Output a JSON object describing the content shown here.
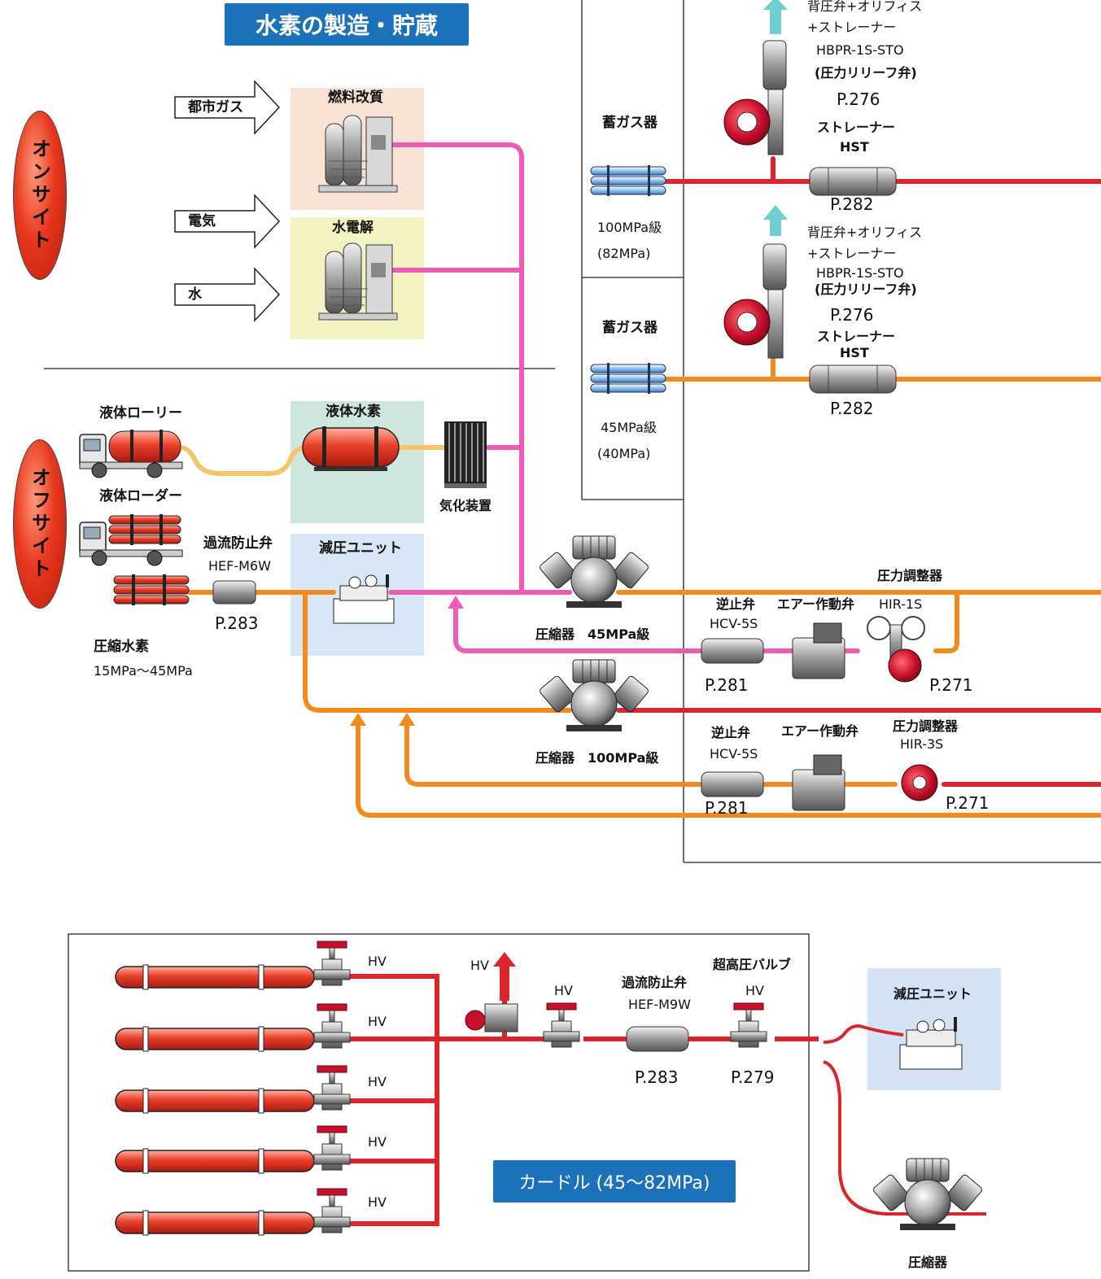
{
  "title": "水素の製造・貯蔵",
  "sections": {
    "onsite": "オンサイト",
    "offsite": "オフサイト"
  },
  "inputs": {
    "city_gas": "都市ガス",
    "electricity": "電気",
    "water": "水"
  },
  "zones": {
    "fuel_reforming": "燃料改質",
    "electrolysis": "水電解",
    "liquid_hydrogen": "液体水素",
    "pressure_reduction": "減圧ユニット"
  },
  "offsite": {
    "liquid_lorry": "液体ローリー",
    "liquid_loader": "液体ローダー",
    "compressed_h2": "圧縮水素",
    "compressed_range": "15MPa～45MPa",
    "vaporizer": "気化装置",
    "excess_flow_valve": "過流防止弁",
    "excess_flow_model": "HEF-M6W",
    "excess_flow_page": "P.283"
  },
  "storage_100": {
    "name": "蓄ガス器",
    "class": "100MPa級",
    "pressure": "(82MPa)",
    "valve_name": "背圧弁+オリフィス",
    "valve_name2": "+ストレーナー",
    "valve_model": "HBPR-1S-STO",
    "valve_note": "(圧力リリーフ弁)",
    "valve_page": "P.276",
    "strainer": "ストレーナー",
    "strainer_model": "HST",
    "strainer_page": "P.282"
  },
  "storage_45": {
    "name": "蓄ガス器",
    "class": "45MPa級",
    "pressure": "(40MPa)",
    "valve_name": "背圧弁+オリフィス",
    "valve_name2": "+ストレーナー",
    "valve_model": "HBPR-1S-STO",
    "valve_note": "(圧力リリーフ弁)",
    "valve_page": "P.276",
    "strainer": "ストレーナー",
    "strainer_model": "HST",
    "strainer_page": "P.282"
  },
  "comp45": {
    "label": "圧縮器　45MPa級",
    "check_valve": "逆止弁",
    "check_model": "HCV-5S",
    "check_page": "P.281",
    "air_valve": "エアー作動弁",
    "regulator": "圧力調整器",
    "regulator_model": "HIR-1S",
    "regulator_page": "P.271"
  },
  "comp100": {
    "label": "圧縮器　100MPa級",
    "check_valve": "逆止弁",
    "check_model": "HCV-5S",
    "check_page": "P.281",
    "air_valve": "エアー作動弁",
    "regulator": "圧力調整器",
    "regulator_model": "HIR-3S",
    "regulator_page": "P.271"
  },
  "cardle": {
    "hv": "HV",
    "excess_flow_valve": "過流防止弁",
    "excess_flow_model": "HEF-M9W",
    "excess_flow_page": "P.283",
    "uhp_valve": "超高圧バルブ",
    "uhp_page": "P.279",
    "pressure_unit": "減圧ユニット",
    "compressor": "圧縮器",
    "label": "カードル (45～82MPa)"
  },
  "colors": {
    "pink": "#ec5bb4",
    "orange": "#f28a1e",
    "red": "#d9262c",
    "lightorange": "#f5c56a",
    "title_blue": "#1c72b8",
    "cyan": "#6fcfd0"
  }
}
